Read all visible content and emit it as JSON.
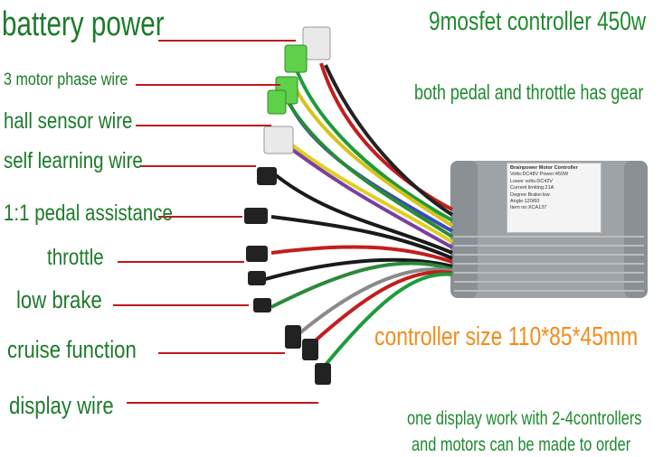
{
  "labels": {
    "battery_power": "battery power",
    "motor_phase": "3 motor phase wire",
    "hall_sensor": "hall sensor wire",
    "self_learning": "self learning wire",
    "pedal_assist": "1:1 pedal assistance",
    "throttle": "throttle",
    "low_brake": "low brake",
    "cruise": "cruise function",
    "display": "display wire"
  },
  "info": {
    "title": "9mosfet controller 450w",
    "gear": "both pedal and throttle has gear",
    "size": "controller size 110*85*45mm",
    "note_line1": "one display work with 2-4controllers",
    "note_line2": "and motors can be made to order"
  },
  "controller_label": {
    "line1": "Brainpower Motor Controller",
    "line2": "Volts:DC48V   Power:450W",
    "line3": "Lower volts:DC42V",
    "line4": "Current limiting:21A",
    "line5": "Degree Brake:low",
    "line6": "Angle:120/60",
    "line7": "Item no:XCA137"
  },
  "colors": {
    "label_green": "#1d7a2c",
    "pointer_red": "#c0181a",
    "size_orange": "#f28c1a",
    "controller_gray": "#9fa3a6"
  }
}
